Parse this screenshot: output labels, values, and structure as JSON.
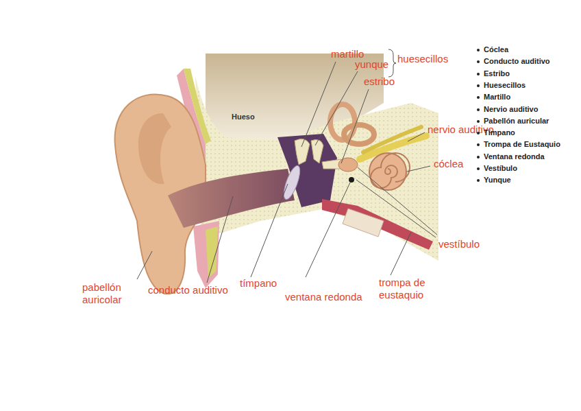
{
  "diagram": {
    "labels": [
      "martillo",
      "yunque",
      "huesecillos",
      "estribo",
      "nervio auditivo",
      "cóclea",
      "vestíbulo",
      "pabellón auricolar",
      "conducto auditivo",
      "tímpano",
      "ventana redonda",
      "trompa de eustaquio",
      "Hueso",
      "Cóclea",
      "Conducto auditivo",
      "Estribo",
      "Huesecillos",
      "Martillo",
      "Nervio auditivo",
      "Pabellón auricular",
      "Tímpano",
      "Trompa de Eustaquio",
      "Ventana redonda",
      "Vestíbulo",
      "Yunque"
    ]
  }
}
